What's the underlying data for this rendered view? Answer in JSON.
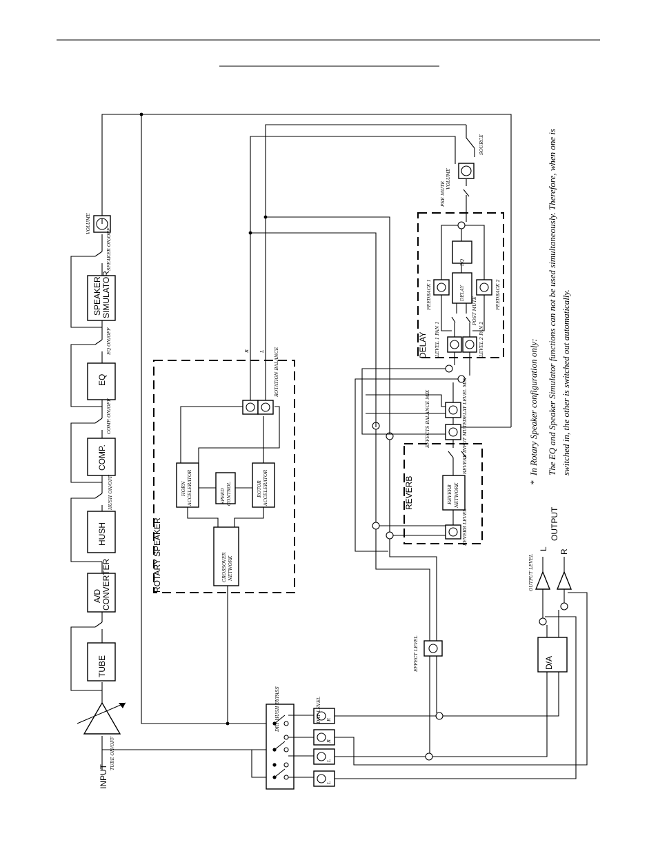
{
  "diagram": {
    "io": {
      "input": "INPUT",
      "output": "OUTPUT",
      "out_l": "L",
      "out_r": "R"
    },
    "blocks": {
      "tube": "TUBE",
      "ad_line1": "A/D",
      "ad_line2": "CONVERTER",
      "hush": "HUSH",
      "comp": "COMP.",
      "eq": "EQ",
      "spk_line1": "SPEAKER",
      "spk_line2": "SIMULATOR",
      "crossover_line1": "CROSSOVER",
      "crossover_line2": "NETWORK",
      "speed_line1": "SPEED",
      "speed_line2": "CONTROL",
      "horn_line1": "HORN",
      "horn_line2": "ACCELERATOR",
      "rotor_line1": "ROTOR",
      "rotor_line2": "ACCELERATOR",
      "reverb_line1": "REVERB",
      "reverb_line2": "NETWORK",
      "delay": "DELAY",
      "delay_eq": "EQ",
      "da": "D/A"
    },
    "groups": {
      "rotary": "ROTARY SPEAKER",
      "reverb": "REVERB",
      "delay": "DELAY"
    },
    "labels": {
      "tube_on_off": "TUBE ON/OFF",
      "hush_on_off": "HUSH ON/OFF",
      "comp_on_off": "COMP. ON/OFF",
      "eq_on_off": "EQ ON/OFF",
      "spk_on_off": "SPEAKER ON/OFF",
      "volume": "VOLUME",
      "rotary_balance": "ROTATION BALANCE",
      "signal_r": "R",
      "signal_l": "L",
      "pre_mute": "PRE MUTE",
      "volume_2": "VOLUME",
      "source_switch": "SOURCE",
      "delay_feedback_1": "FEEDBACK 1",
      "delay_feedback_2": "FEEDBACK 2",
      "post_mute": "POST MUTE",
      "delay_level_1": "LEVEL 1 PAN 1",
      "delay_level_2": "LEVEL 2 PAN 2",
      "effects_bal": "EFFECTS BALANCE MIX",
      "delay_mix": "DELAY LEVEL MIX",
      "reverb_mute": "REVERB INPUT MUTE",
      "reverb_level": "REVERB LEVEL",
      "effect_level": "EFFECT LEVEL",
      "dry_hush": "DRY HUSH BYPASS",
      "dry_level": "DRY LEVEL",
      "output_level": "OUTPUT LEVEL",
      "knob_l": "L",
      "knob_r": "R"
    },
    "notes": {
      "footnote_mark": "*",
      "line1": "In Rotary Speaker configuration only:",
      "line2": "The EQ and Speaker Simulator functions can not be used simultaneously. Therefore, when one is",
      "line3": "switched in, the other is switched out automatically."
    }
  }
}
